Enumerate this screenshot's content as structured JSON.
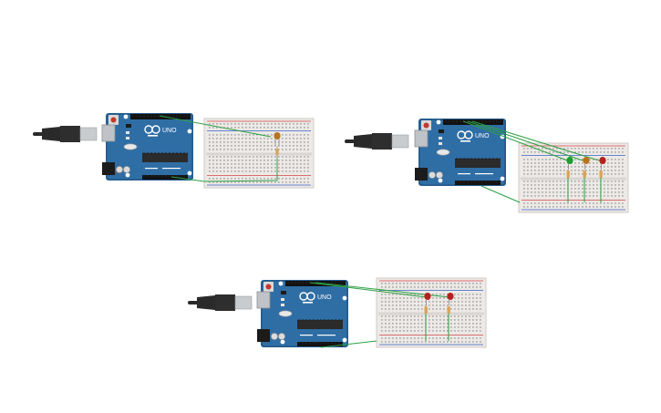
{
  "canvas": {
    "background": "#ffffff"
  },
  "colors": {
    "board": "#2f6ea5",
    "board_dark": "#1f4f7a",
    "chip": "#2b2b2b",
    "breadboard": "#ece9e6",
    "wire": "#2ea043",
    "rail_red": "#d64545",
    "rail_blue": "#3b62c4",
    "led_red": "#b3211d",
    "led_green": "#1a9e2e",
    "led_orange": "#b8741a",
    "resistor": "#d9a45a",
    "usb_cable": "#2a2a2a",
    "usb_metal": "#c9cccf"
  },
  "board_label": "UNO",
  "circuits": [
    {
      "id": "circuit-1",
      "led_colors": [
        "orange"
      ]
    },
    {
      "id": "circuit-2",
      "led_colors": [
        "green",
        "orange",
        "red"
      ]
    },
    {
      "id": "circuit-3",
      "led_colors": [
        "red",
        "red"
      ]
    }
  ]
}
